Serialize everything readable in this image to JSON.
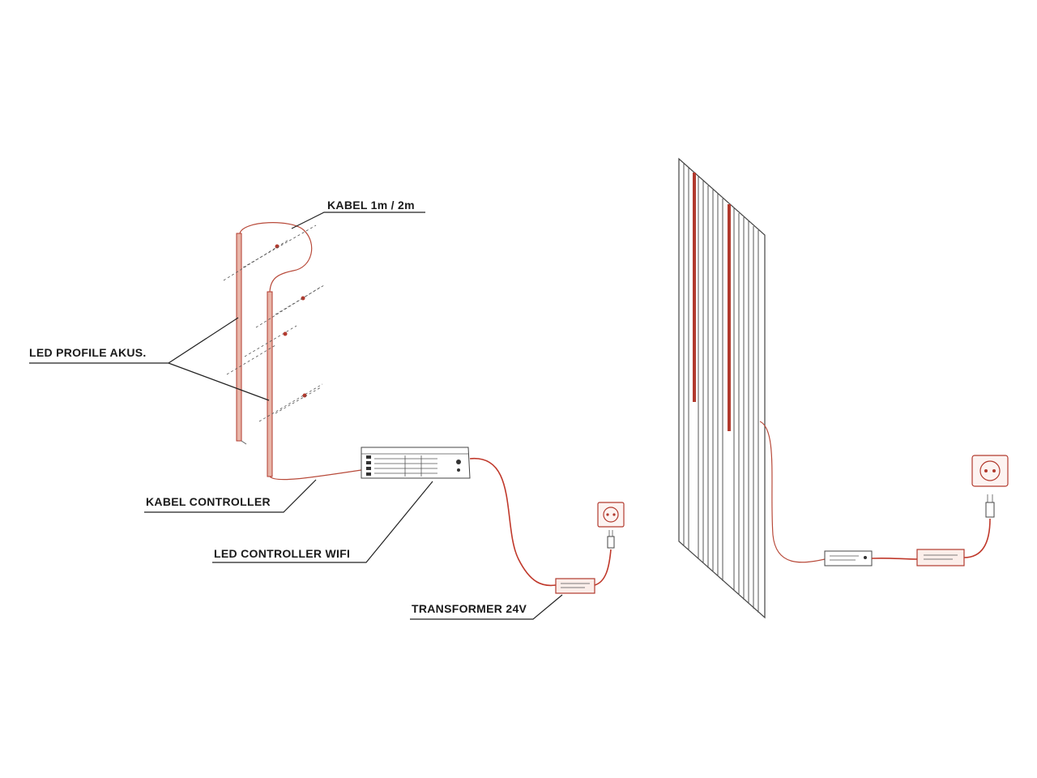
{
  "labels": {
    "kabel_length": "KABEL 1m / 2m",
    "led_profile": "LED PROFILE AKUS.",
    "kabel_controller": "KABEL CONTROLLER",
    "led_controller": "LED CONTROLLER WIFI",
    "transformer": "TRANSFORMER 24V"
  },
  "colors": {
    "wire": "#c0392b",
    "led_strip": "#b23a2e",
    "line": "#222222"
  },
  "icons": {
    "socket": "wall-socket-icon",
    "plug": "power-plug-icon"
  }
}
